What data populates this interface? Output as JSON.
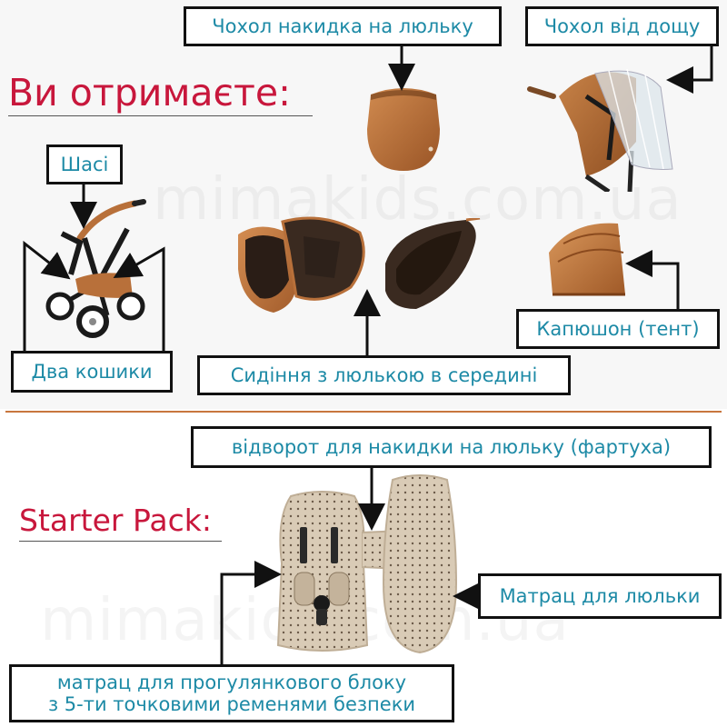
{
  "colors": {
    "accent": "#c8173c",
    "label_text": "#1d8aa6",
    "leather": "#b8703a",
    "divider": "#c8763e"
  },
  "watermark": {
    "text": "mimakids.com.ua"
  },
  "section_top": {
    "heading": "Ви отримаєте:"
  },
  "section_bottom": {
    "heading": "Starter Pack:"
  },
  "labels": {
    "carrycot_cover": "Чохол накидка на люльку",
    "rain_cover": "Чохол від дощу",
    "chassis": "Шасі",
    "two_baskets": "Два кошики",
    "seat_with_carrycot": "Сидіння з люлькою в середині",
    "hood": "Капюшон (тент)",
    "apron_flap": "відворот для накидки на люльку (фартуха)",
    "carrycot_mattress": "Матрац для люльки",
    "stroller_mattress": {
      "line1": "матрац для прогулянкового блоку",
      "line2": "з 5-ти точковими ременями безпеки"
    }
  },
  "icons": {
    "carrycot_cover": "carrycot-cover-icon",
    "rain_cover": "rain-cover-icon",
    "stroller_chassis": "stroller-chassis-icon",
    "seat_carrycot_open": "seat-carrycot-open-icon",
    "seat_unit": "seat-unit-icon",
    "hood": "hood-icon",
    "stroller_mattress": "stroller-mattress-icon",
    "carrycot_mattress": "carrycot-mattress-icon"
  }
}
